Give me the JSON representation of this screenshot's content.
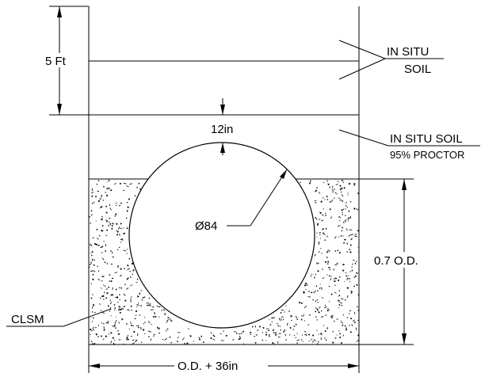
{
  "labels": {
    "depth": "5 Ft",
    "in_situ_line1": "IN SITU",
    "in_situ_line2": "SOIL",
    "cover": "12in",
    "compacted_line1": "IN SITU SOIL",
    "compacted_line2": "95% PROCTOR",
    "diameter": "Ø84",
    "bedding_height": "0.7 O.D.",
    "clsm": "CLSM",
    "trench_width": "O.D. + 36in"
  },
  "colors": {
    "line": "#000000",
    "background": "#ffffff",
    "stipple": "#000000"
  }
}
